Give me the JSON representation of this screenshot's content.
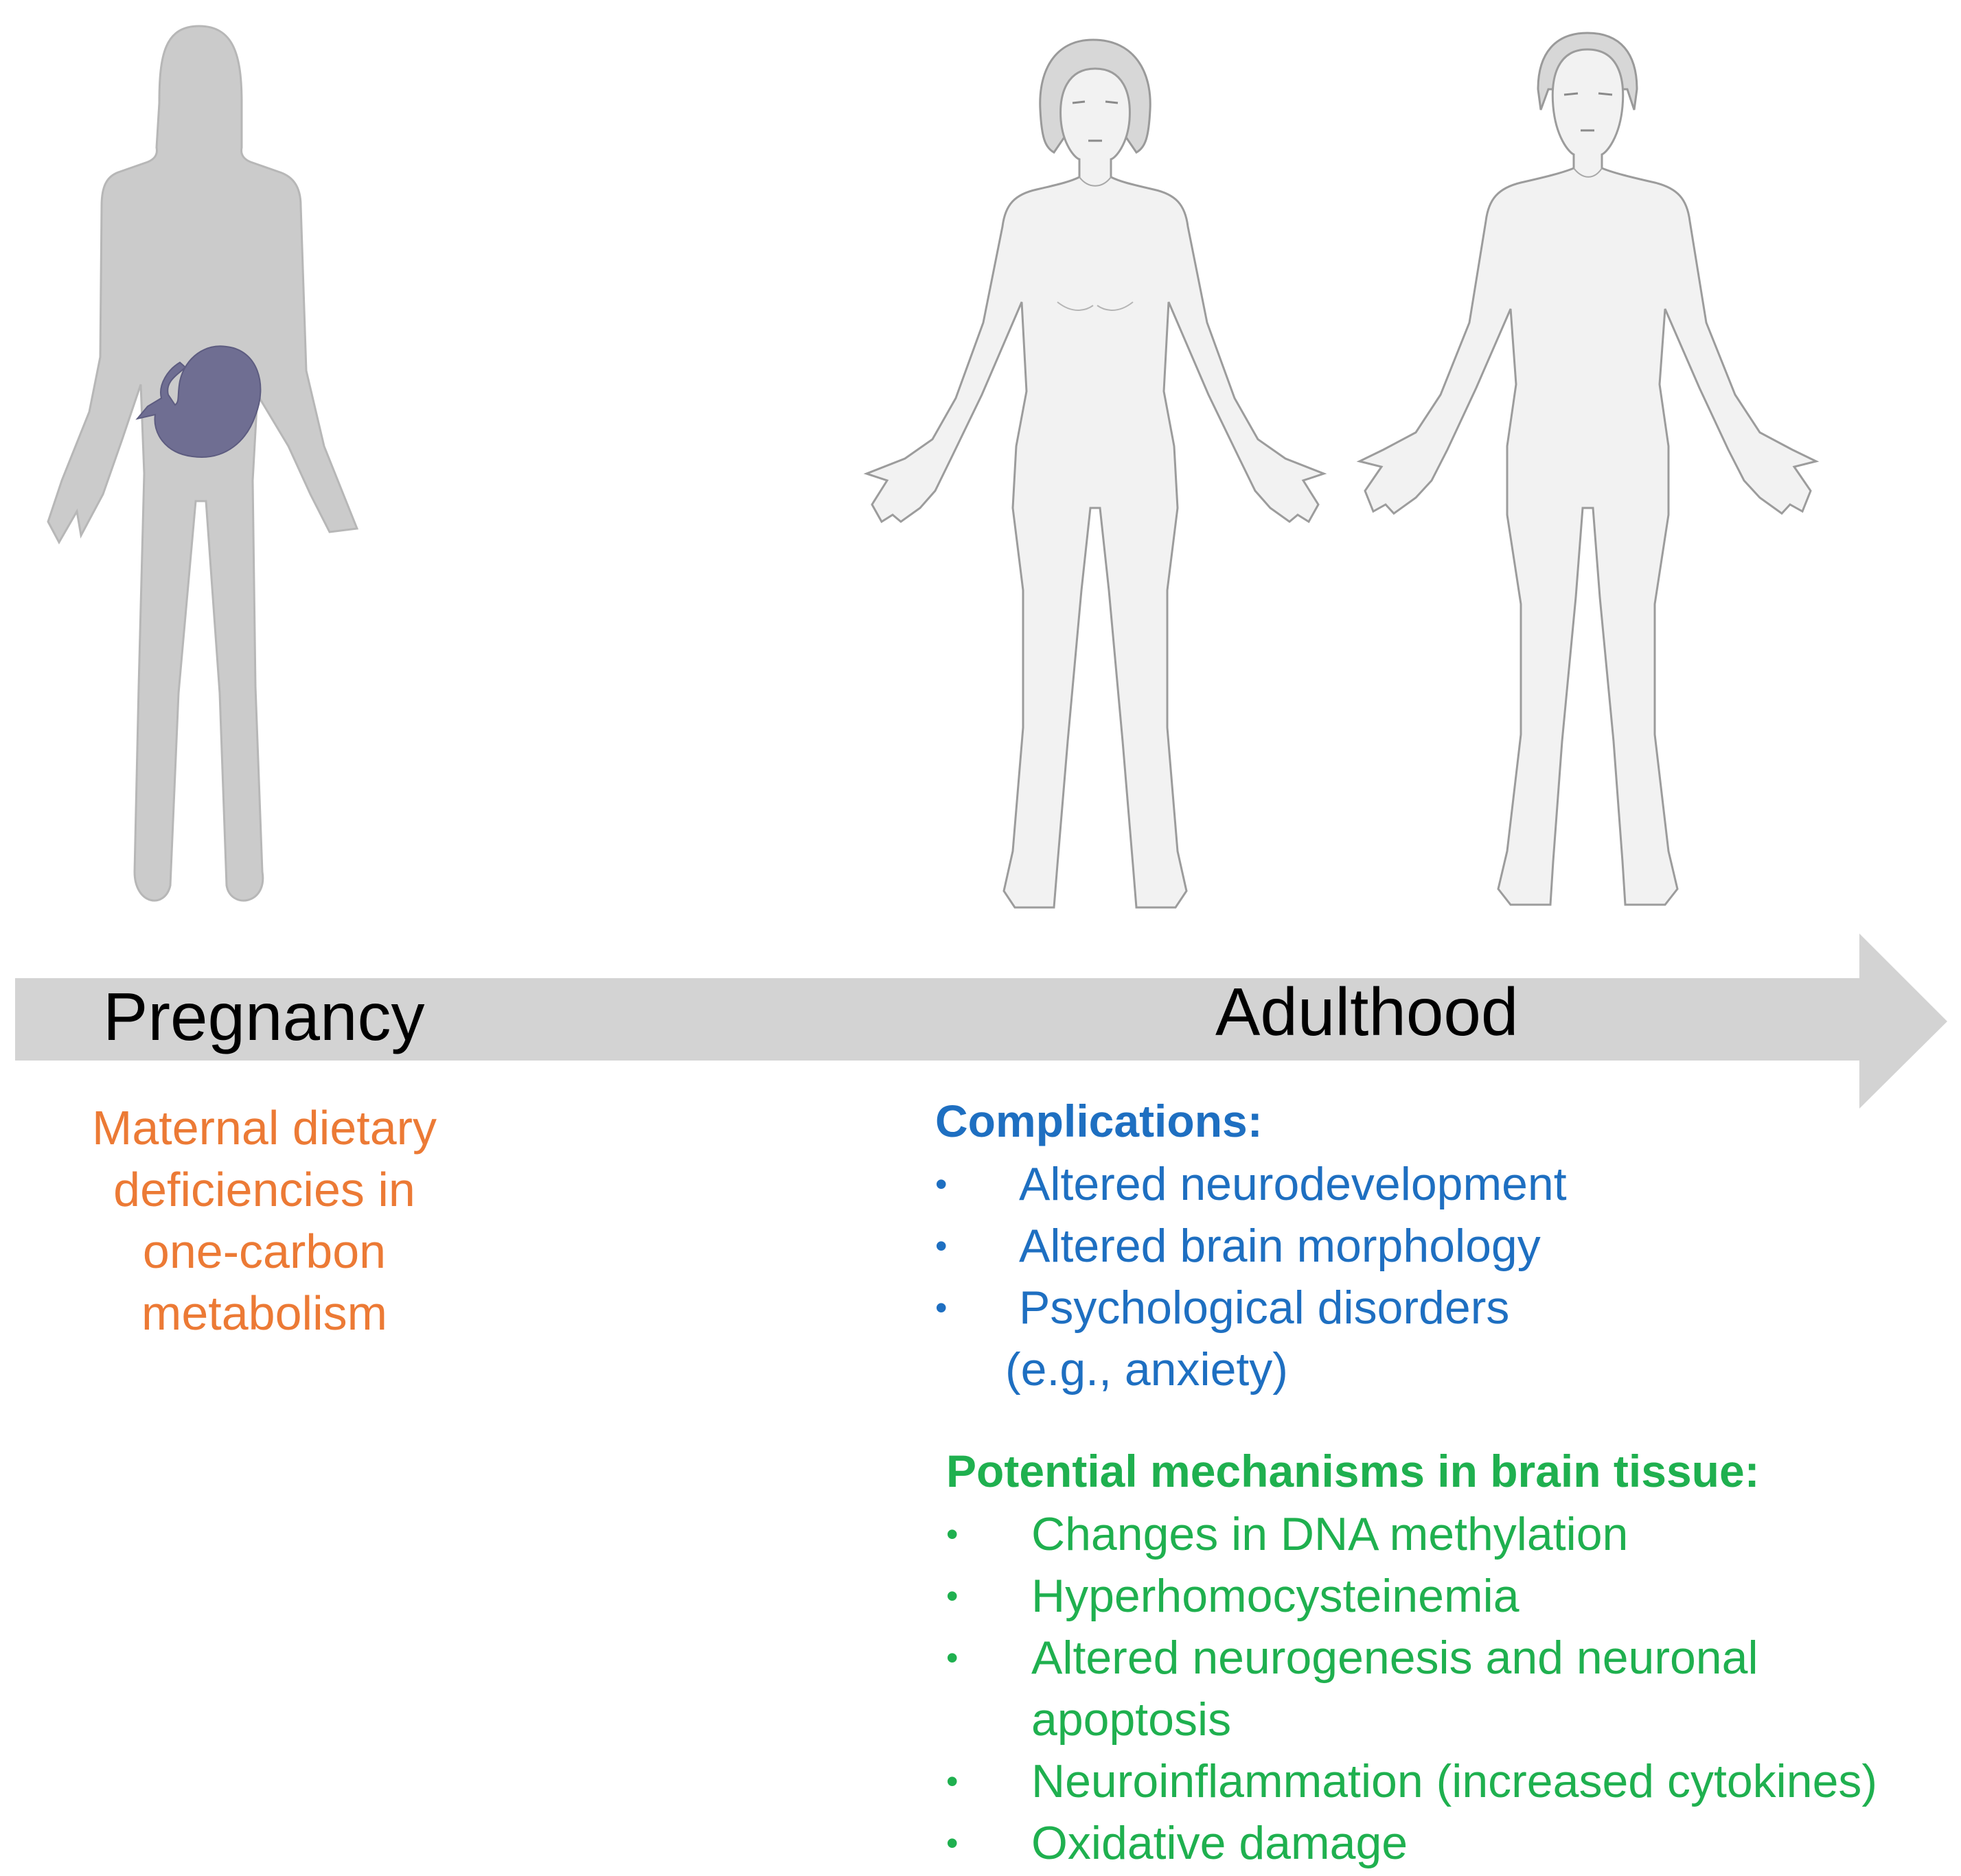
{
  "timeline": {
    "start_label": "Pregnancy",
    "end_label": "Adulthood"
  },
  "maternal": {
    "lines": [
      "Maternal dietary",
      "deficiencies in",
      "one-carbon",
      "metabolism"
    ]
  },
  "complications": {
    "title": "Complications:",
    "items": [
      {
        "text": "Altered neurodevelopment"
      },
      {
        "text": "Altered brain morphology"
      },
      {
        "text": "Psychological disorders",
        "continuation": "(e.g., anxiety)"
      }
    ]
  },
  "mechanisms": {
    "title": "Potential mechanisms in brain tissue:",
    "items": [
      {
        "text": "Changes in DNA methylation"
      },
      {
        "text": "Hyperhomocysteinemia"
      },
      {
        "text": "Altered neurogenesis and neuronal",
        "continuation": "apoptosis"
      },
      {
        "text": "Neuroinflammation (increased cytokines)"
      },
      {
        "text": "Oxidative damage"
      }
    ]
  },
  "icons": {
    "pregnant": "pregnant-woman-silhouette-icon",
    "fetus": "fetus-icon",
    "adult_female": "adult-woman-figure-icon",
    "adult_male": "adult-man-figure-icon"
  },
  "colors": {
    "maternal_text": "#ec7a35",
    "complications": "#1e6fc1",
    "mechanisms": "#1fb04f",
    "timeline_arrow": "#d3d3d3",
    "pregnant_body": "#cbcbcb",
    "fetus": "#6f6e92",
    "adult_body": "#f2f2f2"
  }
}
